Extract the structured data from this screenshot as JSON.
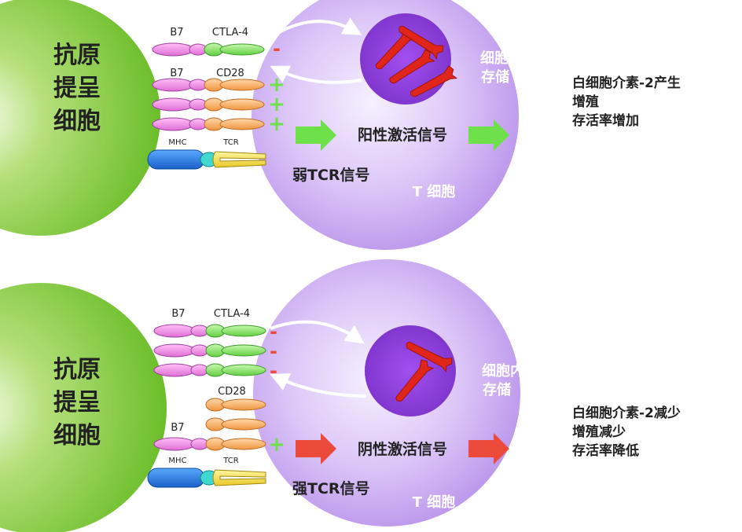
{
  "panels": [
    {
      "apc_label": [
        "抗原",
        "提呈",
        "细胞"
      ],
      "b7_label": "B7",
      "ctla4_label": "CTLA-4",
      "b7_label_2": "B7",
      "cd28_label": "CD28",
      "mhc_label": "MHC",
      "tcr_label": "TCR",
      "minus_sign": "-",
      "plus_sign": "+",
      "signal_label": "阳性激活信号",
      "tcr_signal_label": "弱TCR信号",
      "storage_label": [
        "细胞内",
        "存储"
      ],
      "tcell_label": "T 细胞",
      "outcome": [
        "白细胞介素-2产生",
        "增殖",
        "存活率增加"
      ]
    },
    {
      "apc_label": [
        "抗原",
        "提呈",
        "细胞"
      ],
      "b7_label": "B7",
      "ctla4_label": "CTLA-4",
      "b7_label_2": "B7",
      "cd28_label": "CD28",
      "mhc_label": "MHC",
      "tcr_label": "TCR",
      "minus_sign": "-",
      "plus_sign": "+",
      "signal_label": "阴性激活信号",
      "tcr_signal_label": "强TCR信号",
      "storage_label": [
        "细胞内",
        "存储"
      ],
      "tcell_label": "T 细胞",
      "outcome": [
        "白细胞介素-2减少",
        "增殖减少",
        "存活率降低"
      ]
    }
  ],
  "colors": {
    "apc_green": "#78c832",
    "tcell_purple": "#c9a6f0",
    "vesicle_purple": "#8a3fd8",
    "b7_pink": "#ee82e0",
    "ctla4_green": "#7fe05c",
    "cd28_orange": "#f6a85a",
    "mhc_blue": "#2a78e0",
    "tcr_yellow": "#f4e04a",
    "positive_green": "#6ee04a",
    "negative_red": "#ec4a3a"
  }
}
